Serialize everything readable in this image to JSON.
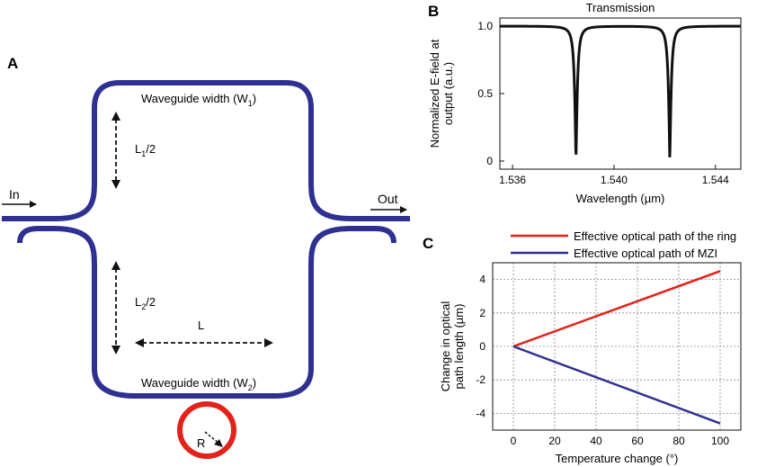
{
  "panel_labels": {
    "a": "A",
    "b": "B",
    "c": "C"
  },
  "diagram": {
    "in_label": "In",
    "out_label": "Out",
    "w1_text": "Waveguide width (W",
    "w1_sub": "1",
    "w2_text": "Waveguide width (W",
    "w2_sub": "2",
    "close_paren": ")",
    "l1_main": "L",
    "l1_sub": "1",
    "l1_suffix": "/2",
    "l2_main": "L",
    "l2_sub": "2",
    "l2_suffix": "/2",
    "l_label": "L",
    "r_label": "R",
    "colors": {
      "waveguide": "#2e3192",
      "ring": "#e2231a"
    }
  },
  "chart_data": [
    {
      "type": "line",
      "title": "Transmission",
      "xlabel": "Wavelength (µm)",
      "ylabel_lines": [
        "Normalized E-field at",
        "output (a.u.)"
      ],
      "xlim": [
        1.5355,
        1.545
      ],
      "ylim": [
        -0.06,
        1.06
      ],
      "xticks": [
        1.536,
        1.54,
        1.544
      ],
      "xtick_labels": [
        "1.536",
        "1.540",
        "1.544"
      ],
      "yticks": [
        0,
        0.5,
        1.0
      ],
      "ytick_labels": [
        "0",
        "0.5",
        "1.0"
      ],
      "grid": false,
      "series": [
        {
          "resonances": [
            1.5385,
            1.5422
          ],
          "baseline": 1.0,
          "min": 0.0,
          "color": "#111111"
        }
      ]
    },
    {
      "type": "line",
      "xlabel": "Temperature change (°)",
      "ylabel_lines": [
        "Change in optical",
        "path length (µm)"
      ],
      "xlim": [
        -10,
        110
      ],
      "ylim": [
        -5,
        5
      ],
      "xticks": [
        0,
        20,
        40,
        60,
        80,
        100
      ],
      "xtick_labels": [
        "0",
        "20",
        "40",
        "60",
        "80",
        "100"
      ],
      "yticks": [
        -4,
        -2,
        0,
        2,
        4
      ],
      "ytick_labels": [
        "-4",
        "-2",
        "0",
        "2",
        "4"
      ],
      "grid": true,
      "legend_position": "top",
      "series": [
        {
          "name": "Effective optical path of the ring",
          "x": [
            0,
            100
          ],
          "y": [
            0,
            4.5
          ],
          "color": "#e2231a"
        },
        {
          "name": "Effective optical path of MZI",
          "x": [
            0,
            100
          ],
          "y": [
            0,
            -4.6
          ],
          "color": "#2e3192"
        }
      ]
    }
  ]
}
